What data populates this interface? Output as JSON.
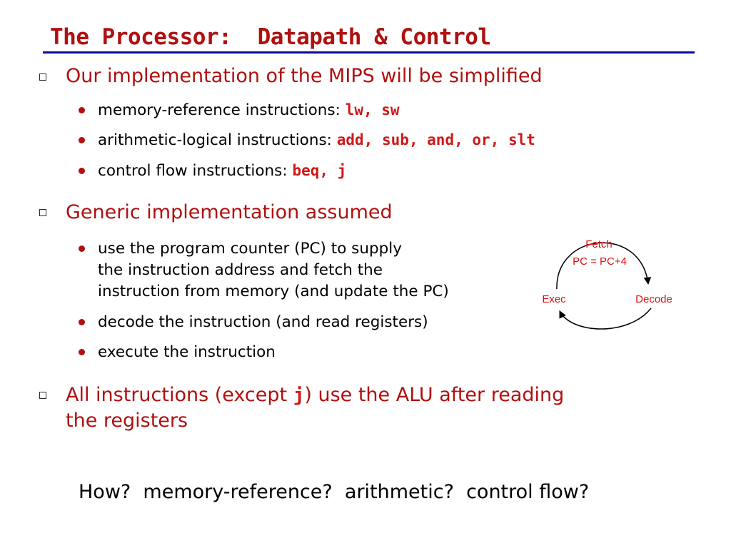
{
  "title": "The Processor:  Datapath & Control",
  "sections": [
    {
      "heading": "Our implementation of the MIPS will be simplified",
      "items": [
        {
          "text": "memory-reference instructions: ",
          "code": "lw, sw"
        },
        {
          "text": "arithmetic-logical instructions: ",
          "code": "add, sub, and, or, slt"
        },
        {
          "text": "control flow instructions: ",
          "code": "beq, j"
        }
      ]
    },
    {
      "heading": "Generic implementation assumed",
      "items": [
        {
          "lines": [
            "use the program counter (PC) to supply",
            "the instruction address and fetch the",
            "instruction from memory (and update the PC)"
          ]
        },
        {
          "text": "decode the instruction (and read registers)"
        },
        {
          "text": "execute the instruction"
        }
      ]
    },
    {
      "heading_pre": "All instructions (except ",
      "heading_code": "j",
      "heading_post": ") use the ALU after reading",
      "heading_line2": "the registers"
    }
  ],
  "diagram": {
    "fetch": "Fetch",
    "pc": "PC = PC+4",
    "exec": "Exec",
    "decode": "Decode"
  },
  "question": "How?  memory-reference?  arithmetic?  control flow?",
  "colors": {
    "title": "#b01010",
    "code": "#d01818",
    "rule": "#0a0a9a"
  }
}
